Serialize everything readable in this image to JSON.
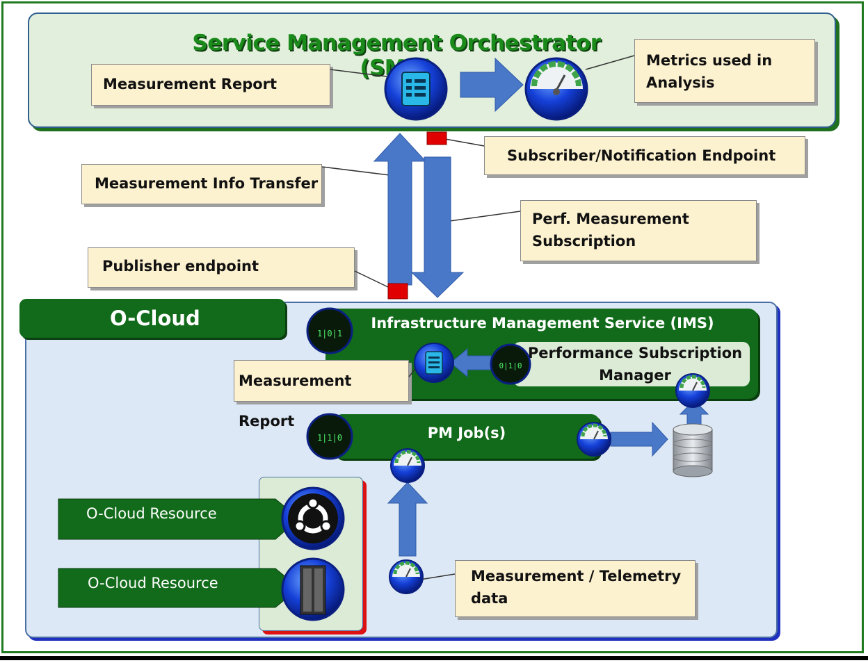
{
  "smo": {
    "title": "Service Management Orchestrator (SMO)",
    "measurement_report": "Measurement Report",
    "metrics_line1": "Metrics used in",
    "metrics_line2": "Analysis"
  },
  "transfer": {
    "subscriber_endpoint": "Subscriber/Notification Endpoint",
    "measurement_info_transfer": "Measurement Info Transfer",
    "perf_line1": "Perf. Measurement",
    "perf_line2": "Subscription",
    "publisher_endpoint": "Publisher endpoint"
  },
  "ocloud": {
    "title": "O-Cloud",
    "ims_title": "Infrastructure Management Service (IMS)",
    "psm_line1": "Performance Subscription",
    "psm_line2": "Manager",
    "measurement_report": "Measurement Report",
    "pm_job": "PM Job(s)",
    "resource_1": "O-Cloud Resource",
    "resource_2": "O-Cloud Resource",
    "telemetry_line1": "Measurement / Telemetry",
    "telemetry_line2": "data"
  },
  "colors": {
    "green_dark": "#116b1a",
    "arrow_blue": "#4a78c8",
    "endpoint_red": "#e00000",
    "callout_fill": "#fdf2d0"
  }
}
